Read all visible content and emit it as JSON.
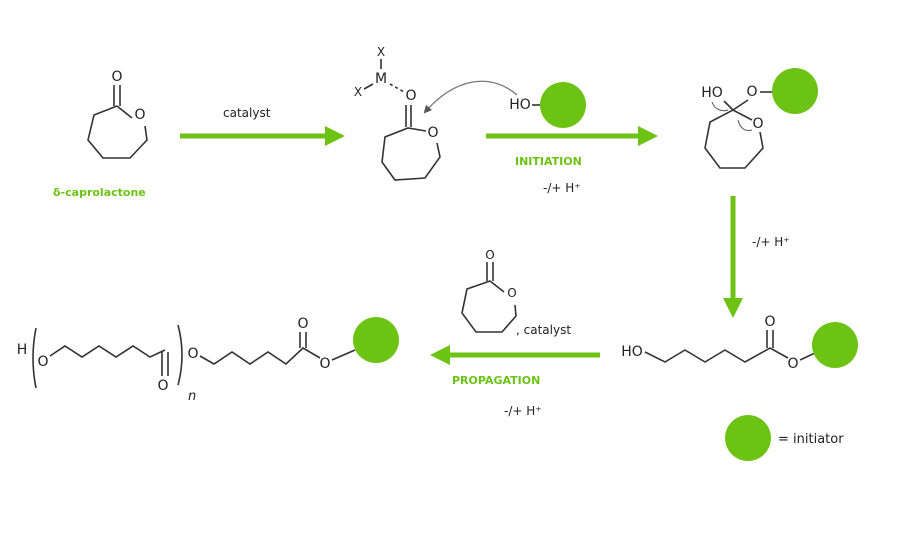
{
  "colors": {
    "accent": "#6cc314",
    "text": "#222222"
  },
  "labels": {
    "monomer_name": "δ-caprolactone",
    "catalyst_1": "catalyst",
    "initiation": "INITIATION",
    "proton_1": "-/+ H⁺",
    "proton_2": "-/+ H⁺",
    "propagation": "PROPAGATION",
    "proton_3": "-/+ H⁺",
    "catalyst_2": ", catalyst",
    "legend": "= initiator",
    "repeat_n": "n"
  },
  "atoms": {
    "O": "O",
    "X": "X",
    "M": "M",
    "HO": "HO",
    "H": "H"
  }
}
